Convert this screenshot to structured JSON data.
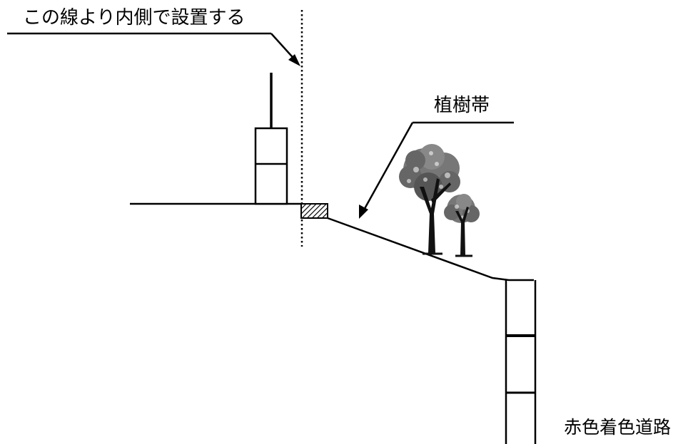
{
  "labels": {
    "boundary_instruction": "この線より内側で設置する",
    "planting_strip": "植樹帯",
    "road": "赤色着色道路"
  },
  "colors": {
    "line": "#000000",
    "background": "#ffffff"
  },
  "icons": {
    "tree": "tree-icon"
  }
}
